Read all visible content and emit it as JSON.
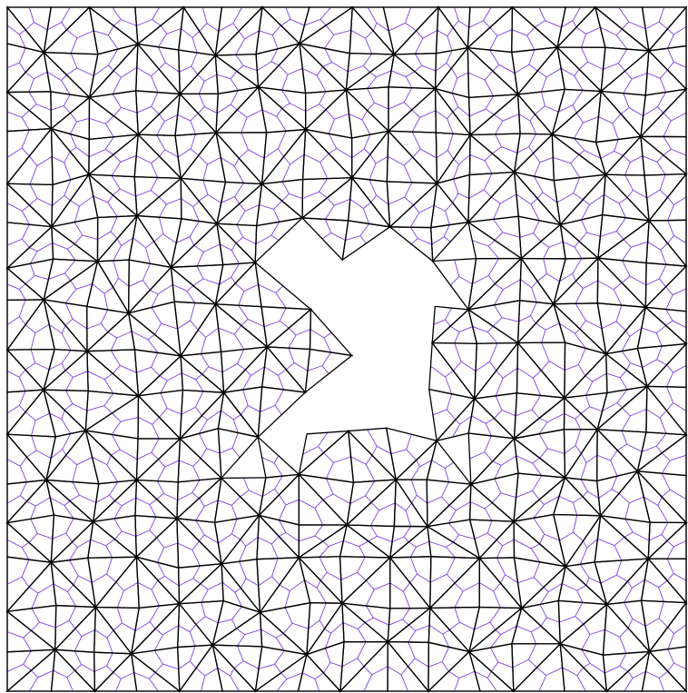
{
  "figure": {
    "type": "triangulation-with-dual-mesh",
    "domain": {
      "outer": [
        [
          0,
          0
        ],
        [
          1,
          0
        ],
        [
          1,
          1
        ],
        [
          0,
          1
        ]
      ],
      "hole": [
        [
          0.34,
          0.34
        ],
        [
          0.68,
          0.34
        ],
        [
          0.61,
          0.51
        ],
        [
          0.68,
          0.68
        ],
        [
          0.51,
          0.61
        ],
        [
          0.34,
          0.68
        ],
        [
          0.51,
          0.51
        ]
      ]
    },
    "grid": {
      "cols": 16,
      "rows": 16,
      "jitter": 0.32,
      "seed": 7
    },
    "colors": {
      "background": "#ffffff",
      "triangle_edges": "#000000",
      "dual_edges": "#7f3fe0"
    }
  }
}
